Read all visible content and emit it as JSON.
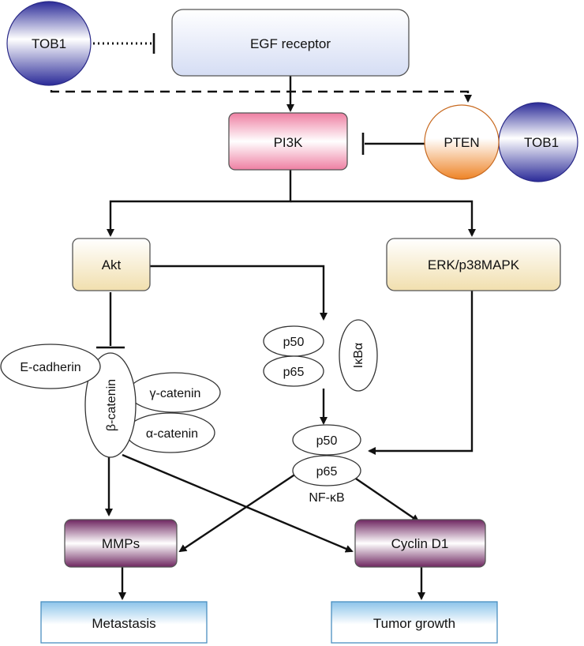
{
  "nodes": {
    "tob1_top": "TOB1",
    "egf_receptor": "EGF receptor",
    "pi3k": "PI3K",
    "pten": "PTEN",
    "tob1_right": "TOB1",
    "akt": "Akt",
    "erk_p38mapk": "ERK/p38MAPK",
    "e_cadherin": "E-cadherin",
    "beta_catenin": "β-catenin",
    "gamma_catenin": "γ-catenin",
    "alpha_catenin": "α-catenin",
    "p50_upper": "p50",
    "p65_upper": "p65",
    "ikba": "IκBα",
    "p50_lower": "p50",
    "p65_lower": "p65",
    "nfkb": "NF-κB",
    "mmps": "MMPs",
    "cyclin_d1": "Cyclin D1",
    "metastasis": "Metastasis",
    "tumor_growth": "Tumor growth"
  },
  "colors": {
    "tob1": "#3a3aa8",
    "pten": "#f08a2a",
    "pi3k": "#f08aa8",
    "egf": "#dde4f6",
    "akt": "#f3e2b6",
    "mmps": "#7a2e6a",
    "outcome": "#8fc6ea"
  }
}
